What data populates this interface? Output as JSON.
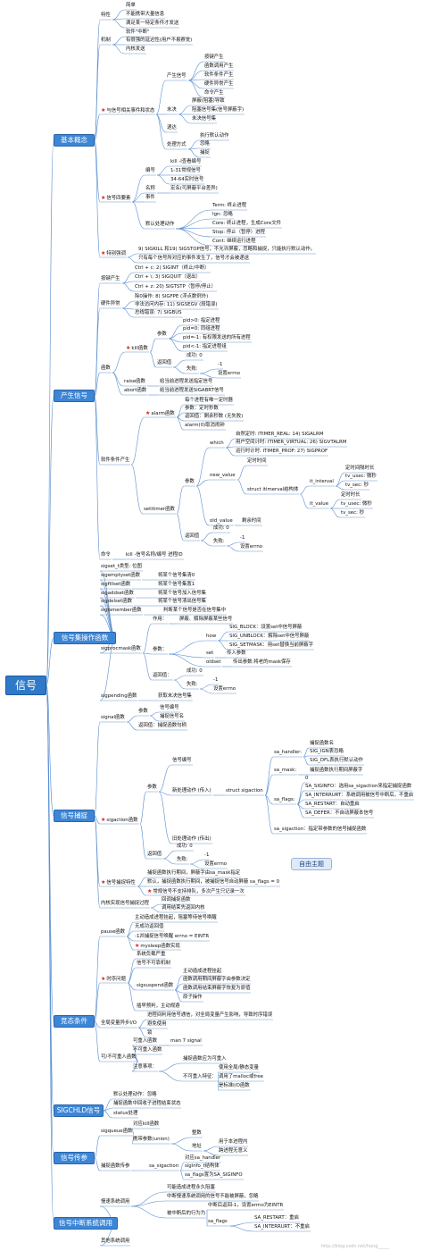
{
  "root": {
    "label": "信号"
  },
  "free_topic": "自由主题",
  "watermark": "http://blog.csdn.net/hong_____",
  "categories": [
    {
      "id": "c1",
      "label": "基本概念"
    },
    {
      "id": "c2",
      "label": "产生信号"
    },
    {
      "id": "c3",
      "label": "信号集操作函数"
    },
    {
      "id": "c4",
      "label": "信号捕捉"
    },
    {
      "id": "c5",
      "label": "竞态条件"
    },
    {
      "id": "c6",
      "label": "SIGCHLD信号"
    },
    {
      "id": "c7",
      "label": "信号传参"
    },
    {
      "id": "c8",
      "label": "信号中断系统调用"
    }
  ],
  "nodes": [
    {
      "id": "n1",
      "label": "特性",
      "parent": "c1"
    },
    {
      "id": "n2",
      "label": "简单",
      "parent": "n1"
    },
    {
      "id": "n3",
      "label": "不能携带大量信息",
      "parent": "n1"
    },
    {
      "id": "n4",
      "label": "满足某一特定条件才发送",
      "parent": "n1"
    },
    {
      "id": "n5",
      "label": "机制",
      "parent": "c1"
    },
    {
      "id": "n6",
      "label": "软件\"中断\"",
      "parent": "n5"
    },
    {
      "id": "n7",
      "label": "有很强的延迟性(用户不易察觉)",
      "parent": "n5"
    },
    {
      "id": "n8",
      "label": "内核发送",
      "parent": "n5"
    },
    {
      "id": "n9",
      "label": "与信号相关事件和状态",
      "parent": "c1",
      "star": true
    },
    {
      "id": "n10",
      "label": "产生信号",
      "parent": "n9"
    },
    {
      "id": "n11",
      "label": "按键产生",
      "parent": "n10"
    },
    {
      "id": "n12",
      "label": "函数调用产生",
      "parent": "n10"
    },
    {
      "id": "n13",
      "label": "软件条件产生",
      "parent": "n10"
    },
    {
      "id": "n14",
      "label": "硬件异常产生",
      "parent": "n10"
    },
    {
      "id": "n15",
      "label": "命令产生",
      "parent": "n10"
    },
    {
      "id": "n16",
      "label": "未决",
      "parent": "n9"
    },
    {
      "id": "n17",
      "label": "屏蔽(阻塞)导致",
      "parent": "n16"
    },
    {
      "id": "n18",
      "label": "阻塞信号集(信号屏蔽字)",
      "parent": "n16"
    },
    {
      "id": "n19",
      "label": "未决信号集",
      "parent": "n16"
    },
    {
      "id": "n20",
      "label": "递达",
      "parent": "n9"
    },
    {
      "id": "n21",
      "label": "处理方式",
      "parent": "n9"
    },
    {
      "id": "n22",
      "label": "执行默认动作",
      "parent": "n21"
    },
    {
      "id": "n23",
      "label": "忽略",
      "parent": "n21"
    },
    {
      "id": "n24",
      "label": "捕捉",
      "parent": "n21"
    },
    {
      "id": "n25",
      "label": "信号四要素",
      "parent": "c1",
      "star": true
    },
    {
      "id": "n26",
      "label": "编号",
      "parent": "n25"
    },
    {
      "id": "n27",
      "label": "kill -l查看编号",
      "parent": "n26"
    },
    {
      "id": "n28",
      "label": "1-31常规信号",
      "parent": "n26"
    },
    {
      "id": "n29",
      "label": "34-64实时信号",
      "parent": "n26"
    },
    {
      "id": "n30",
      "label": "名称",
      "parent": "n25"
    },
    {
      "id": "n31",
      "label": "宏名(可屏蔽平台差异)",
      "parent": "n30"
    },
    {
      "id": "n32",
      "label": "事件",
      "parent": "n25"
    },
    {
      "id": "n33",
      "label": "默认处理动作",
      "parent": "n25"
    },
    {
      "id": "n34",
      "label": "Term: 终止进程",
      "parent": "n33"
    },
    {
      "id": "n35",
      "label": "Ign: 忽略",
      "parent": "n33"
    },
    {
      "id": "n36",
      "label": "Core: 终止进程，生成Core文件",
      "parent": "n33"
    },
    {
      "id": "n37",
      "label": "Stop: 停止（暂停）进程",
      "parent": "n33"
    },
    {
      "id": "n38",
      "label": "Cont: 继续运行进程",
      "parent": "n33"
    },
    {
      "id": "n39",
      "label": "特别强调",
      "parent": "c1",
      "star": true
    },
    {
      "id": "n40",
      "label": "9) SIGKILL 和19) SIGSTOP信号，不允许屏蔽，忽略和捕捉，只能执行默认动作。",
      "parent": "n39"
    },
    {
      "id": "n41",
      "label": "只有每个信号所对应的事件发生了，信号才会被递送",
      "parent": "n39"
    },
    {
      "id": "n42",
      "label": "按键产生",
      "parent": "c2"
    },
    {
      "id": "n43",
      "label": "Ctrl + c: 2) SIGINT（终止/中断）",
      "parent": "n42"
    },
    {
      "id": "n44",
      "label": "Ctrl + \\: 3) SIGQUIT（退出）",
      "parent": "n42"
    },
    {
      "id": "n45",
      "label": "Ctrl + z: 20) SIGTSTP（暂停/停止）",
      "parent": "n42"
    },
    {
      "id": "n46",
      "label": "硬件异常",
      "parent": "c2"
    },
    {
      "id": "n47",
      "label": "除0操作: 8) SIGFPE (浮点数例外)",
      "parent": "n46"
    },
    {
      "id": "n48",
      "label": "非法访问内存: 11) SIGSEGV (段错误)",
      "parent": "n46"
    },
    {
      "id": "n49",
      "label": "总线错误: 7) SIGBUS",
      "parent": "n46"
    },
    {
      "id": "n50",
      "label": "函数",
      "parent": "c2"
    },
    {
      "id": "n51",
      "label": "kill函数",
      "parent": "n50",
      "star": true
    },
    {
      "id": "n52",
      "label": "参数",
      "parent": "n51"
    },
    {
      "id": "n53",
      "label": "pid>0: 指定进程",
      "parent": "n52"
    },
    {
      "id": "n54",
      "label": "pid=0: 同组进程",
      "parent": "n52"
    },
    {
      "id": "n55",
      "label": "pid=-1: 有权限发送的所有进程",
      "parent": "n52"
    },
    {
      "id": "n56",
      "label": "pid<-1: 指定进程组",
      "parent": "n52"
    },
    {
      "id": "n57",
      "label": "返回值",
      "parent": "n51"
    },
    {
      "id": "n58",
      "label": "成功: 0",
      "parent": "n57"
    },
    {
      "id": "n59",
      "label": "失败:",
      "parent": "n57"
    },
    {
      "id": "n60",
      "label": "-1",
      "parent": "n59"
    },
    {
      "id": "n61",
      "label": "设置errno",
      "parent": "n59"
    },
    {
      "id": "n62",
      "label": "raise函数",
      "parent": "n50"
    },
    {
      "id": "n63",
      "label": "给当前进程发送指定信号",
      "parent": "n62"
    },
    {
      "id": "n64",
      "label": "abort函数",
      "parent": "n50"
    },
    {
      "id": "n65",
      "label": "给当前进程发送SIGABRT信号",
      "parent": "n64"
    },
    {
      "id": "n66",
      "label": "软件条件产生",
      "parent": "c2"
    },
    {
      "id": "n67",
      "label": "alarm函数",
      "parent": "n66",
      "star": true
    },
    {
      "id": "n68",
      "label": "每个进程有唯一定时器",
      "parent": "n67"
    },
    {
      "id": "n69",
      "label": "参数：定时秒数",
      "parent": "n67"
    },
    {
      "id": "n70",
      "label": "返回值：剩余秒数 (无失败)",
      "parent": "n67"
    },
    {
      "id": "n71",
      "label": "alarm(0)取消闹钟",
      "parent": "n67"
    },
    {
      "id": "n72",
      "label": "setitimer函数",
      "parent": "n66"
    },
    {
      "id": "n73",
      "label": "参数",
      "parent": "n72"
    },
    {
      "id": "n74",
      "label": "which",
      "parent": "n73"
    },
    {
      "id": "n75",
      "label": "自然定时: ITIMER_REAL: 14) SIGALRM",
      "parent": "n74"
    },
    {
      "id": "n76",
      "label": "用户空间计时: ITIMER_VIRTUAL: 26) SIGVTALRM",
      "parent": "n74"
    },
    {
      "id": "n77",
      "label": "运行时计时: ITIMER_PROF: 27) SIGPROF",
      "parent": "n74"
    },
    {
      "id": "n78",
      "label": "new_value",
      "parent": "n73"
    },
    {
      "id": "n79",
      "label": "定时时间",
      "parent": "n78"
    },
    {
      "id": "n80",
      "label": "struct itimerval结构体",
      "parent": "n78"
    },
    {
      "id": "n81",
      "label": "it_interval",
      "parent": "n80"
    },
    {
      "id": "n82",
      "label": "定时间隔时长",
      "parent": "n81"
    },
    {
      "id": "n83",
      "label": "tv_usec: 微秒",
      "parent": "n81"
    },
    {
      "id": "n84",
      "label": "tv_sec: 秒",
      "parent": "n81"
    },
    {
      "id": "n85",
      "label": "it_value",
      "parent": "n80"
    },
    {
      "id": "n86",
      "label": "定时时长",
      "parent": "n85"
    },
    {
      "id": "n87",
      "label": "tv_usec: 微秒",
      "parent": "n85"
    },
    {
      "id": "n88",
      "label": "tv_sec: 秒",
      "parent": "n85"
    },
    {
      "id": "n89",
      "label": "old_value",
      "parent": "n73"
    },
    {
      "id": "n90",
      "label": "剩余时间",
      "parent": "n89"
    },
    {
      "id": "n91",
      "label": "返回值",
      "parent": "n72"
    },
    {
      "id": "n92",
      "label": "成功: 0",
      "parent": "n91"
    },
    {
      "id": "n93",
      "label": "失败:",
      "parent": "n91"
    },
    {
      "id": "n94",
      "label": "-1",
      "parent": "n93"
    },
    {
      "id": "n95",
      "label": "设置errno",
      "parent": "n93"
    },
    {
      "id": "n96",
      "label": "命令",
      "parent": "c2"
    },
    {
      "id": "n97",
      "label": "kill -信号名称/编号  进程ID",
      "parent": "n96"
    },
    {
      "id": "n98",
      "label": "sigset_t类型: 位图",
      "parent": "c3"
    },
    {
      "id": "n99",
      "label": "sigemptyset函数",
      "parent": "c3"
    },
    {
      "id": "n100",
      "label": "将某个信号集清0",
      "parent": "n99"
    },
    {
      "id": "n101",
      "label": "sigfillset函数",
      "parent": "c3"
    },
    {
      "id": "n102",
      "label": "将某个信号集置1",
      "parent": "n101"
    },
    {
      "id": "n103",
      "label": "sigaddset函数",
      "parent": "c3"
    },
    {
      "id": "n104",
      "label": "将某个信号加入信号集",
      "parent": "n103"
    },
    {
      "id": "n105",
      "label": "sigdelset函数",
      "parent": "c3"
    },
    {
      "id": "n106",
      "label": "将某个信号清出信号集",
      "parent": "n105"
    },
    {
      "id": "n107",
      "label": "sigismember函数",
      "parent": "c3"
    },
    {
      "id": "n108",
      "label": "判断某个信号是否在信号集中",
      "parent": "n107"
    },
    {
      "id": "n109",
      "label": "sigprocmask函数",
      "parent": "c3"
    },
    {
      "id": "n110",
      "label": "作用：",
      "parent": "n109"
    },
    {
      "id": "n111",
      "label": "屏蔽、解除屏蔽某些信号",
      "parent": "n110"
    },
    {
      "id": "n112",
      "label": "参数：",
      "parent": "n109"
    },
    {
      "id": "n113",
      "label": "how",
      "parent": "n112"
    },
    {
      "id": "n114",
      "label": "SIG_BLOCK：设置set中信号屏蔽",
      "parent": "n113"
    },
    {
      "id": "n115",
      "label": "SIG_UNBLOCK：解除set中信号屏蔽",
      "parent": "n113"
    },
    {
      "id": "n116",
      "label": "SIG_SETMASK：用set替换当前屏蔽字",
      "parent": "n113"
    },
    {
      "id": "n117",
      "label": "set",
      "parent": "n112"
    },
    {
      "id": "n118",
      "label": "传入参数",
      "parent": "n117"
    },
    {
      "id": "n119",
      "label": "oldset",
      "parent": "n112"
    },
    {
      "id": "n120",
      "label": "传出参数:将老的mask保存",
      "parent": "n119"
    },
    {
      "id": "n121",
      "label": "返回值：",
      "parent": "n109"
    },
    {
      "id": "n122",
      "label": "成功: 0",
      "parent": "n121"
    },
    {
      "id": "n123",
      "label": "失败:",
      "parent": "n121"
    },
    {
      "id": "n124",
      "label": "-1",
      "parent": "n123"
    },
    {
      "id": "n125",
      "label": "设置errno",
      "parent": "n123"
    },
    {
      "id": "n126",
      "label": "sigpending函数",
      "parent": "c3"
    },
    {
      "id": "n127",
      "label": "获取未决信号集",
      "parent": "n126"
    },
    {
      "id": "n128",
      "label": "signal函数",
      "parent": "c4"
    },
    {
      "id": "n129",
      "label": "参数",
      "parent": "n128"
    },
    {
      "id": "n130",
      "label": "信号编号",
      "parent": "n129"
    },
    {
      "id": "n131",
      "label": "捕捉信号名",
      "parent": "n129"
    },
    {
      "id": "n132",
      "label": "返回值：捕捉函数句柄",
      "parent": "n128"
    },
    {
      "id": "n133",
      "label": "sigaction函数",
      "parent": "c4",
      "star": true
    },
    {
      "id": "n134",
      "label": "参数",
      "parent": "n133"
    },
    {
      "id": "n135",
      "label": "信号编号",
      "parent": "n134"
    },
    {
      "id": "n136",
      "label": "新处理动作 (传入)",
      "parent": "n134"
    },
    {
      "id": "n137",
      "label": "struct sigaction",
      "parent": "n136"
    },
    {
      "id": "n138",
      "label": "sa_handler:",
      "parent": "n137"
    },
    {
      "id": "n139",
      "label": "捕捉函数名",
      "parent": "n138"
    },
    {
      "id": "n140",
      "label": "SIG_IGN表忽略",
      "parent": "n138"
    },
    {
      "id": "n141",
      "label": "SIG_DFL表执行默认动作",
      "parent": "n138"
    },
    {
      "id": "n142",
      "label": "sa_mask:",
      "parent": "n137"
    },
    {
      "id": "n143",
      "label": "捕捉函数执行期间屏蔽字",
      "parent": "n142"
    },
    {
      "id": "n144",
      "label": "sa_flags:",
      "parent": "n137"
    },
    {
      "id": "n145",
      "label": "0",
      "parent": "n144"
    },
    {
      "id": "n146",
      "label": "SA_SIGINFO：选用sa_sigaction来指定捕捉函数",
      "parent": "n144"
    },
    {
      "id": "n147",
      "label": "SA_INTERRURT：系统调用被信号中断后，不重启",
      "parent": "n144"
    },
    {
      "id": "n148",
      "label": "SA_RESTART：自动重启",
      "parent": "n144"
    },
    {
      "id": "n149",
      "label": "SA_DEFER：不自动屏蔽本信号",
      "parent": "n144"
    },
    {
      "id": "n150",
      "label": "sa_sigaction：指定带参数的信号捕捉函数",
      "parent": "n137"
    },
    {
      "id": "n151",
      "label": "旧处理动作 (传出)",
      "parent": "n134"
    },
    {
      "id": "n152",
      "label": "返回值",
      "parent": "n133"
    },
    {
      "id": "n153",
      "label": "成功: 0",
      "parent": "n152"
    },
    {
      "id": "n154",
      "label": "失败:",
      "parent": "n152"
    },
    {
      "id": "n155",
      "label": "-1",
      "parent": "n154"
    },
    {
      "id": "n156",
      "label": "设置errno",
      "parent": "n154"
    },
    {
      "id": "n157",
      "label": "信号捕捉特性",
      "parent": "c4",
      "star": true
    },
    {
      "id": "n158",
      "label": "捕捉函数执行期间，屏蔽字由sa_mask指定",
      "parent": "n157"
    },
    {
      "id": "n159",
      "label": "默认，捕捉函数执行期间，被捕捉信号自动屏蔽  sa_flags = 0",
      "parent": "n157"
    },
    {
      "id": "n160",
      "label": "常规信号不支持排队，多次产生只记录一次",
      "parent": "n157",
      "star": true
    },
    {
      "id": "n161",
      "label": "内核实现信号捕捉过程",
      "parent": "c4"
    },
    {
      "id": "n162",
      "label": "回调捕捉函数",
      "parent": "n161"
    },
    {
      "id": "n163",
      "label": "调用结束先返回内核",
      "parent": "n161"
    },
    {
      "id": "n164",
      "label": "pause函数",
      "parent": "c5"
    },
    {
      "id": "n165",
      "label": "主动造成进程挂起，阻塞等待信号唤醒",
      "parent": "n164"
    },
    {
      "id": "n166",
      "label": "无成功返回值",
      "parent": "n164"
    },
    {
      "id": "n167",
      "label": "-1并捕捉信号唤醒  errno = EINTR",
      "parent": "n164"
    },
    {
      "id": "n168",
      "label": "mysleep函数实现",
      "parent": "n164",
      "star": true
    },
    {
      "id": "n169",
      "label": "时序问题",
      "parent": "c5",
      "star": true
    },
    {
      "id": "n170",
      "label": "系统负载严重",
      "parent": "n169"
    },
    {
      "id": "n171",
      "label": "信号不可靠机制",
      "parent": "n169"
    },
    {
      "id": "n172",
      "label": "sigsuspend函数",
      "parent": "n169"
    },
    {
      "id": "n173",
      "label": "主动造成进程挂起",
      "parent": "n172"
    },
    {
      "id": "n174",
      "label": "函数调用期间屏蔽字由参数决定",
      "parent": "n172"
    },
    {
      "id": "n175",
      "label": "函数调用结束屏蔽字恢复为原值",
      "parent": "n172"
    },
    {
      "id": "n176",
      "label": "原子操作",
      "parent": "n172"
    },
    {
      "id": "n177",
      "label": "插早预判，主动规避",
      "parent": "n169"
    },
    {
      "id": "n178",
      "label": "全局变量异步I/O",
      "parent": "c5"
    },
    {
      "id": "n179",
      "label": "进程间利用信号通信，对全局变量产生影响，导致时序错误",
      "parent": "n178"
    },
    {
      "id": "n180",
      "label": "避免使用",
      "parent": "n178"
    },
    {
      "id": "n181",
      "label": "锁",
      "parent": "n178"
    },
    {
      "id": "n182",
      "label": "可/不可重入函数",
      "parent": "c5"
    },
    {
      "id": "n183",
      "label": "可重入函数",
      "parent": "n182"
    },
    {
      "id": "n184",
      "label": "man 7 signal",
      "parent": "n183"
    },
    {
      "id": "n185",
      "label": "不可重入函数",
      "parent": "n182"
    },
    {
      "id": "n186",
      "label": "注意事项：",
      "parent": "n182"
    },
    {
      "id": "n187",
      "label": "捕捉函数应为可重入",
      "parent": "n186"
    },
    {
      "id": "n188",
      "label": "不可重入特征：",
      "parent": "n186"
    },
    {
      "id": "n189",
      "label": "使用全局/静态变量",
      "parent": "n188"
    },
    {
      "id": "n190",
      "label": "调用了malloc或free",
      "parent": "n188"
    },
    {
      "id": "n191",
      "label": "是标准I/O函数",
      "parent": "n188"
    },
    {
      "id": "n192",
      "label": "默认处理动作：忽略",
      "parent": "c6"
    },
    {
      "id": "n193",
      "label": "捕捉函数中回收子进程结束状态",
      "parent": "c6"
    },
    {
      "id": "n194",
      "label": "status处理",
      "parent": "c6"
    },
    {
      "id": "n195",
      "label": "sigqueue函数",
      "parent": "c7"
    },
    {
      "id": "n196",
      "label": "对应kill函数",
      "parent": "n195"
    },
    {
      "id": "n197",
      "label": "携带参数(union)",
      "parent": "n195"
    },
    {
      "id": "n198",
      "label": "整数",
      "parent": "n197"
    },
    {
      "id": "n199",
      "label": "地址",
      "parent": "n197"
    },
    {
      "id": "n200",
      "label": "用于本进程内",
      "parent": "n199"
    },
    {
      "id": "n201",
      "label": "跨进程无意义",
      "parent": "n199"
    },
    {
      "id": "n202",
      "label": "捕捉函数传参",
      "parent": "c7"
    },
    {
      "id": "n203",
      "label": "sa_sigaction",
      "parent": "n202"
    },
    {
      "id": "n204",
      "label": "对应sa_handler",
      "parent": "n203"
    },
    {
      "id": "n205",
      "label": "siginfo_t结构体",
      "parent": "n203"
    },
    {
      "id": "n206",
      "label": "sa_flags置为SA_SIGINFO",
      "parent": "n203"
    },
    {
      "id": "n207",
      "label": "慢速系统调用",
      "parent": "c8"
    },
    {
      "id": "n208",
      "label": "可能造成进程永久阻塞",
      "parent": "n207"
    },
    {
      "id": "n209",
      "label": "中断慢速系统调用的信号不能被屏蔽，忽略",
      "parent": "n207"
    },
    {
      "id": "n210",
      "label": "被中断后的行为为",
      "parent": "n207"
    },
    {
      "id": "n211",
      "label": "中断后返回-1，设置errno为EINTR",
      "parent": "n210"
    },
    {
      "id": "n212",
      "label": "sa_flags",
      "parent": "n210"
    },
    {
      "id": "n213",
      "label": "SA_RESTART：重启",
      "parent": "n212"
    },
    {
      "id": "n214",
      "label": "SA_INTERRURT：不重启",
      "parent": "n212"
    },
    {
      "id": "n215",
      "label": "其他系统调用",
      "parent": "c8"
    }
  ]
}
